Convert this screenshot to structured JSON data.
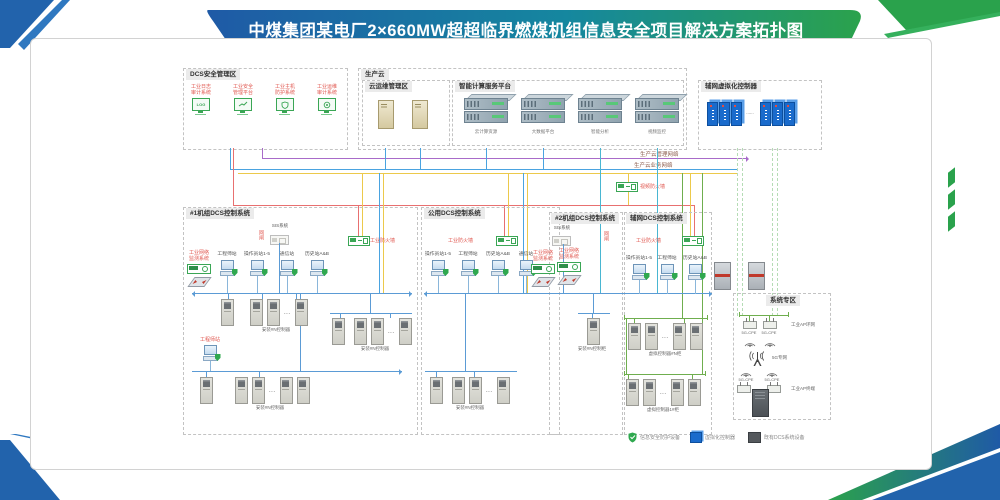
{
  "title": "中煤集团某电厂2×660MW超超临界燃煤机组信息安全项目解决方案拓扑图",
  "top": {
    "dcs_zone": {
      "title": "DCS安全管理区",
      "items": [
        {
          "line1": "工业日志",
          "line2": "审计系统",
          "glyph": "log-icon",
          "glyph_text": "LOG"
        },
        {
          "line1": "工业安全",
          "line2": "管理平台",
          "glyph": "trend-icon"
        },
        {
          "line1": "工业主机",
          "line2": "防护系统",
          "glyph": "shield-icon"
        },
        {
          "line1": "工业运维",
          "line2": "审计系统",
          "glyph": "eye-icon"
        }
      ]
    },
    "cloud": {
      "title": "生产云",
      "ops_title": "云运维管理区",
      "platform_title": "智能计算服务平台",
      "servers": [
        "云计算资源",
        "大数据平台",
        "智能分析",
        "视频监控"
      ]
    },
    "aux": {
      "title": "辅网虚拟化控制器",
      "dots": "......"
    }
  },
  "buses": {
    "mgmt": "生产云管理网络",
    "biz": "生产云业务网络",
    "video_fw": "视频防火墙"
  },
  "unit1": {
    "title": "#1机组DCS控制系统",
    "sis": "SIS系统",
    "gateway": "网闸",
    "firewall": "工业防火墙",
    "nms_line1": "工业网络",
    "nms_line2": "监测系统",
    "stations": [
      "工程师站",
      "操作员站1-5",
      "通信站",
      "历史站A&B"
    ],
    "eng_station": "工程师站",
    "cab_top": "安装#N控制器",
    "cab_mid": "安装#N控制器",
    "cab_bottom": "安装#N控制器",
    "ellipsis": "..."
  },
  "common": {
    "title": "公用DCS控制系统",
    "firewall": "工业防火墙",
    "stations": [
      "操作员站1-5",
      "工程师站",
      "历史站A&B",
      "通信站"
    ],
    "nms_line1": "工业网络",
    "nms_line2": "监测系统",
    "cab_bottom": "安装#N控制器",
    "ellipsis": "..."
  },
  "unit2": {
    "title": "#2机组DCS控制系统",
    "sis": "SIS系统",
    "gateway": "网闸",
    "nms_line1": "工业网络",
    "nms_line2": "监测系统",
    "cab": "安装#N控制柜"
  },
  "aux_dcs": {
    "title": "辅网DCS控制系统",
    "firewall": "工业防火墙",
    "stations": [
      "操作员站1-5",
      "工程师站",
      "历史站A&B"
    ],
    "cab_top": "虚拟控制器#N柜",
    "cab_bottom": "虚拟控制器1#柜",
    "ellipsis": "..."
  },
  "wireless": {
    "title": "系统专区",
    "ap_ring": "工业AP环网",
    "cpe": "5G-CPE",
    "g5": "5G专网",
    "ap_term": "工业AP终端"
  },
  "legend": [
    {
      "icon": "shield-icon",
      "label": "信息安全防护设备"
    },
    {
      "icon": "virtual-controller-icon",
      "label": "虚拟化控制器"
    },
    {
      "icon": "dcs-device-icon",
      "label": "既有DCS系统设备"
    }
  ]
}
